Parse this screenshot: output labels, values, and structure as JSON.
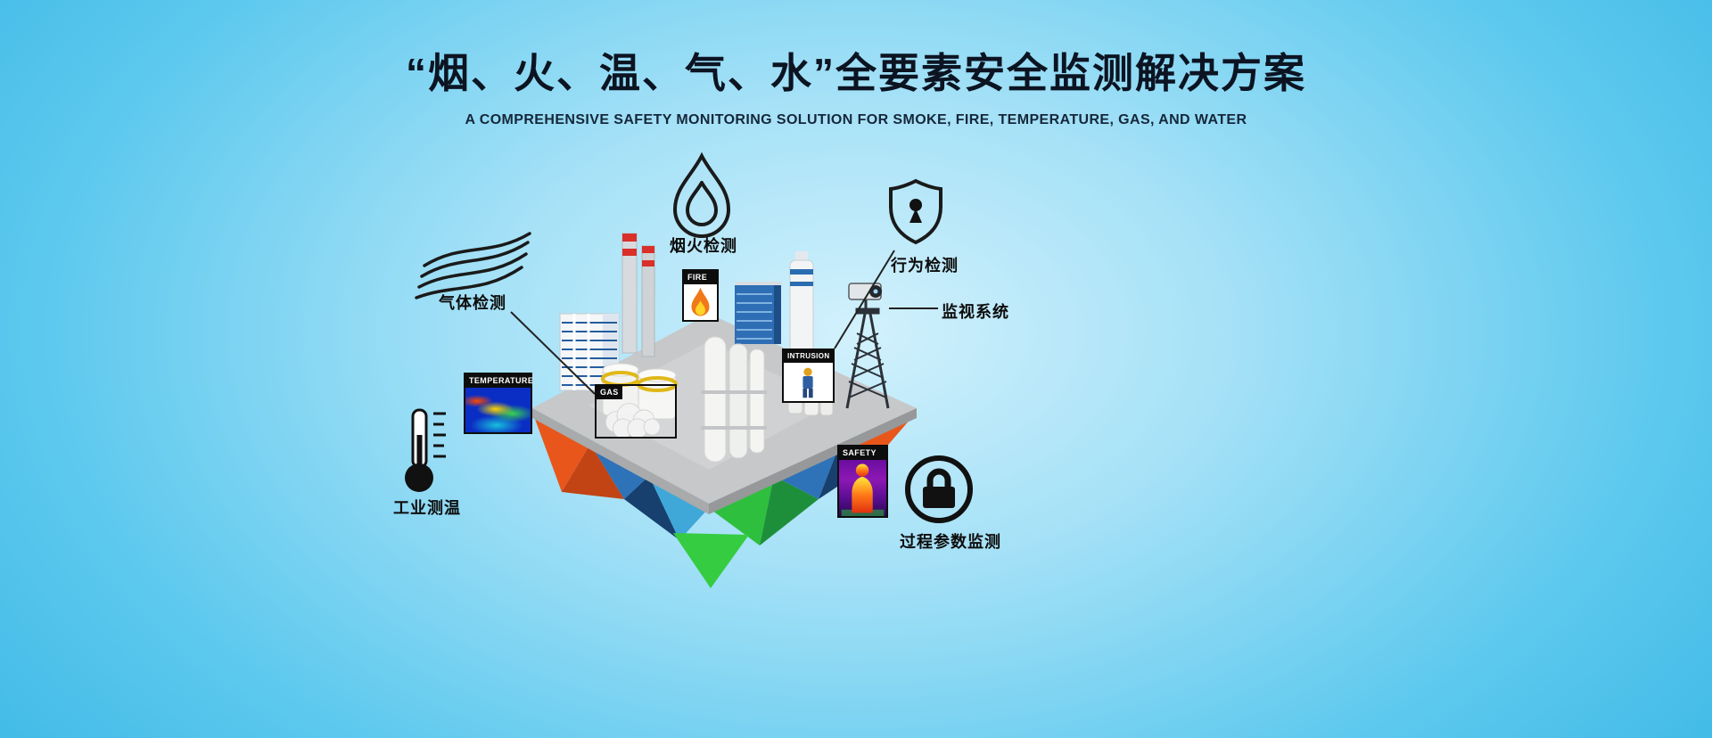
{
  "header": {
    "title": "“烟、火、温、气、水”全要素安全监测解决方案",
    "subtitle": "A COMPREHENSIVE SAFETY MONITORING SOLUTION FOR SMOKE, FIRE, TEMPERATURE, GAS, AND WATER"
  },
  "callouts": {
    "gas": "气体检测",
    "smoke_fire": "烟火检测",
    "behavior": "行为检测",
    "surveillance": "监视系统",
    "industrial_temp": "工业测温",
    "process": "过程参数监测"
  },
  "insets": {
    "temperature": "TEMPERATURE",
    "fire": "FIRE",
    "gas": "GAS",
    "intrusion": "INTRUSION",
    "safety": "SAFETY"
  },
  "colors": {
    "background_edge": "#27aee1",
    "background_center": "#d2f1fc",
    "title_text": "#0c1422",
    "platform_gray": "#c6c8ca",
    "island_orange": "#e8561c",
    "island_blue": "#2e72b8",
    "island_dark_blue": "#17406e",
    "island_green": "#2fbf3e",
    "line_icon": "#1a1a1a"
  }
}
